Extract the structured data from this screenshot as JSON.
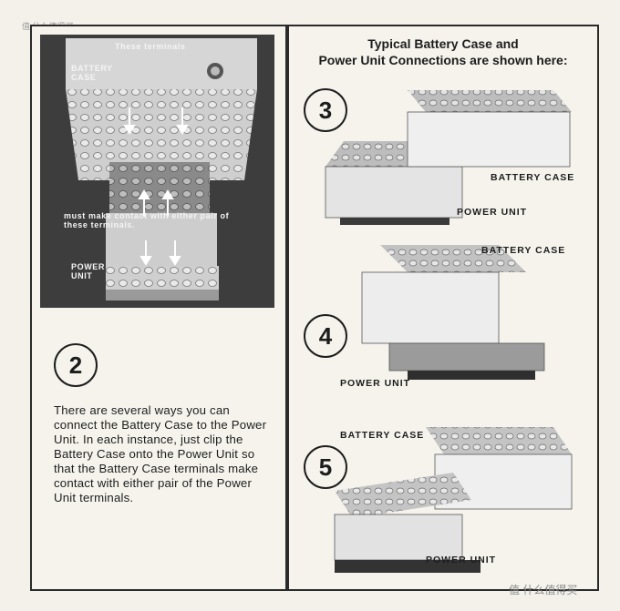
{
  "watermarks": {
    "top_left": "值 什么值得买",
    "bottom_right": "值 什么值得买"
  },
  "left_panel": {
    "photo_labels": {
      "these_terminals": "These terminals",
      "battery_case": "BATTERY\nCASE",
      "must_make_contact": "must make contact with either pair of\nthese terminals.",
      "power_unit": "POWER\nUNIT"
    },
    "step_number": "2",
    "instructions": "There are several ways you can connect the Battery Case to the Power Unit. In each instance, just clip the Battery Case onto the Power Unit so that the Battery Case terminals make contact with either pair of the Power Unit terminals."
  },
  "right_panel": {
    "heading": "Typical Battery Case and\nPower Unit Connections are shown here:",
    "steps": [
      {
        "number": "3",
        "battery_label": "BATTERY CASE",
        "power_label": "POWER UNIT"
      },
      {
        "number": "4",
        "battery_label": "BATTERY CASE",
        "power_label": "POWER UNIT"
      },
      {
        "number": "5",
        "battery_label": "BATTERY CASE",
        "power_label": "POWER UNIT"
      }
    ]
  }
}
